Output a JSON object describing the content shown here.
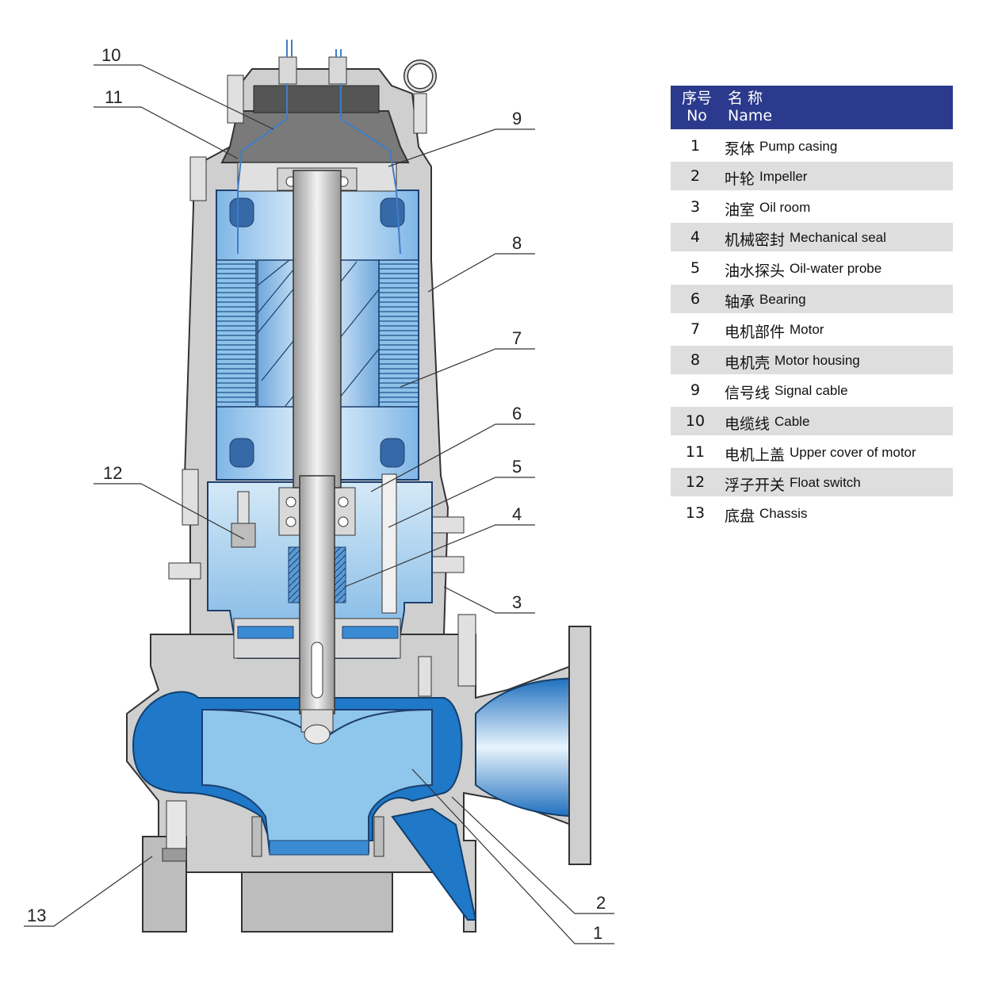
{
  "table": {
    "header": {
      "no_cn": "序号",
      "no_en": "No",
      "name_cn": "名 称",
      "name_en": "Name"
    },
    "rows": [
      {
        "no": "1",
        "cn": "泵体",
        "en": "Pump casing"
      },
      {
        "no": "2",
        "cn": "叶轮",
        "en": "Impeller"
      },
      {
        "no": "3",
        "cn": "油室",
        "en": "Oil room"
      },
      {
        "no": "4",
        "cn": "机械密封",
        "en": "Mechanical seal"
      },
      {
        "no": "5",
        "cn": "油水探头",
        "en": "Oil-water probe"
      },
      {
        "no": "6",
        "cn": "轴承",
        "en": "Bearing"
      },
      {
        "no": "7",
        "cn": "电机部件",
        "en": "Motor"
      },
      {
        "no": "8",
        "cn": "电机壳",
        "en": "Motor housing"
      },
      {
        "no": "9",
        "cn": "信号线",
        "en": "Signal cable"
      },
      {
        "no": "10",
        "cn": "电缆线",
        "en": "Cable"
      },
      {
        "no": "11",
        "cn": "电机上盖",
        "en": "Upper cover of motor"
      },
      {
        "no": "12",
        "cn": "浮子开关",
        "en": "Float switch"
      },
      {
        "no": "13",
        "cn": "底盘",
        "en": "Chassis"
      }
    ]
  },
  "callouts": [
    "10",
    "11",
    "9",
    "8",
    "7",
    "6",
    "12",
    "5",
    "4",
    "3",
    "13",
    "2",
    "1"
  ],
  "colors": {
    "header_bg": "#2b3a8c",
    "shade_row": "#dedede",
    "casing_gray": "#c8c8c8",
    "fluid_blue": "#1f78c8",
    "light_blue": "#a8d4f0"
  }
}
